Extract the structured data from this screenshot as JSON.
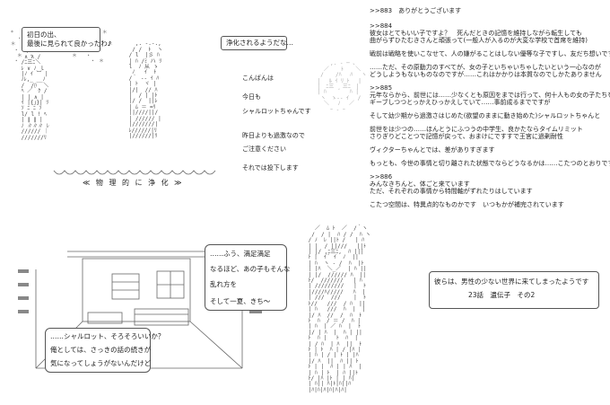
{
  "panel_top_left": {
    "bubble_left": [
      "初日の出、",
      "最後に見られて良かったわ♪"
    ],
    "bubble_right": "浄化されるようだな…",
    "narration": [
      "こんばんは",
      "今日も",
      "シャルロットちゃんです",
      "昨日よりも過激なので",
      "ご注意ください",
      "それでは投下します"
    ],
    "caption": "≪ 物 理 的 に 浄 化 ≫"
  },
  "panel_top_right": {
    "lines": [
      ">>883　ありがとうございます",
      ">>884",
      "彼女はとてもいい子ですよ？　死んだときの記憶を維持しながら転生しても",
      "曲がらずひたむきさんと頑張って(一般人が入るのが大変な学校で首席を維持)",
      "戦前は戦略を使いこなせて、人の嫌がることはしない優等な子ですし、友だち想いです",
      "……ただ、その原動力のすべてが、女の子といちゃいちゃしたいという一心なのが",
      "どうしようもないものなのですが……これはかかりは本質なのでしかたありません",
      ">>885",
      "元年ならから、前世には……少なくとも原因をまでは行って、何十人もの女の子たちを",
      "ギーブしつつとっかえひっかえしていて……事前成るまでですが",
      "そして幼少期から過激さはじめた(欲望のままに動き始めた)シャルロットちゃんと",
      "前世をは少つの……ほんとうにふつうの中学生、良かたならタイムリミット",
      "さりぎりどことつで記憶が戻って、おまけにですすで王宮に過剰耐性",
      "ヴィクターちゃんとでは、差がありすぎます",
      "もっとも、今世の事情と切り離された状態でならどうなるかは……こたつのとおりです",
      ">>886",
      "みんなきちんと、体ごと来ています",
      "ただ、それぞれの事情から特間軸がずれたりはしています",
      "こたつ空間は、特異点的なものかです　いつもかが補完されています"
    ]
  },
  "panel_bottom_left": {
    "bubble_top": [
      "……ふう、満足満足",
      "なるほど、あの子もそんな",
      "乱れ方を",
      "そして一夏、きち～"
    ],
    "bubble_bottom": [
      "……シャルロット、そろそろいいか？",
      "俺としては、さっきの話の続きが",
      "気になってしょうがないんだけど"
    ]
  },
  "panel_bottom_right": {
    "title": "彼らは、男性の少ない世界に来てしまったようです",
    "episode": "23話　遺伝子　その2"
  }
}
